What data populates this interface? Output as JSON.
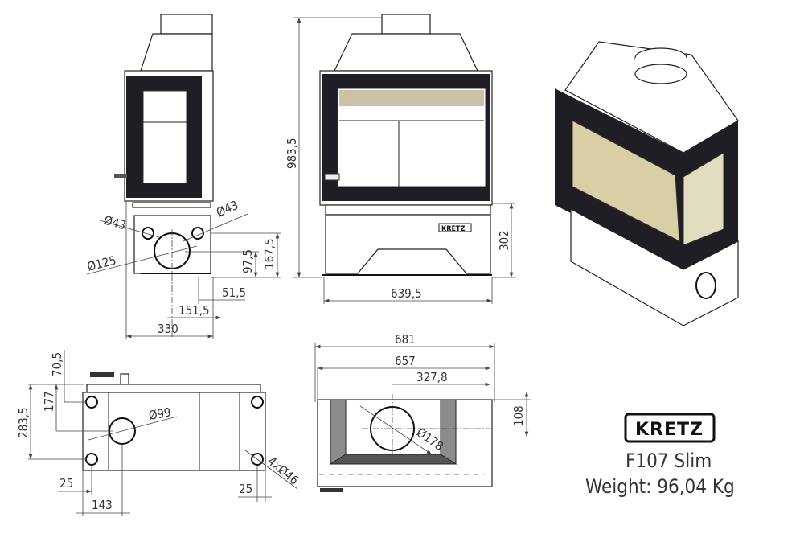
{
  "brand": {
    "logo_text": "KRETZ",
    "model": "F107 Slim",
    "weight": "Weight: 96,04 Kg"
  },
  "side_view": {
    "hole_small_left": "Ø43",
    "hole_small_right": "Ø43",
    "hole_large": "Ø125",
    "dim_height_outer": "167,5",
    "dim_height_center": "97,5",
    "dim_small_offset": "51,5",
    "dim_center_offset": "151,5",
    "dim_depth": "330"
  },
  "front_view": {
    "dim_total_height": "983,5",
    "dim_base_height": "302",
    "dim_width": "639,5",
    "plate_logo": "KRETZ"
  },
  "top_view": {
    "dim_70_5": "70,5",
    "dim_177": "177",
    "dim_283_5": "283,5",
    "hole_flue": "Ø99",
    "feet_holes": "4xØ46",
    "dim_left_25": "25",
    "dim_right_25": "25",
    "dim_143": "143"
  },
  "bottom_view": {
    "dim_681": "681",
    "dim_657": "657",
    "dim_327_8": "327,8",
    "dim_108": "108",
    "hole_outlet": "Ø178"
  }
}
